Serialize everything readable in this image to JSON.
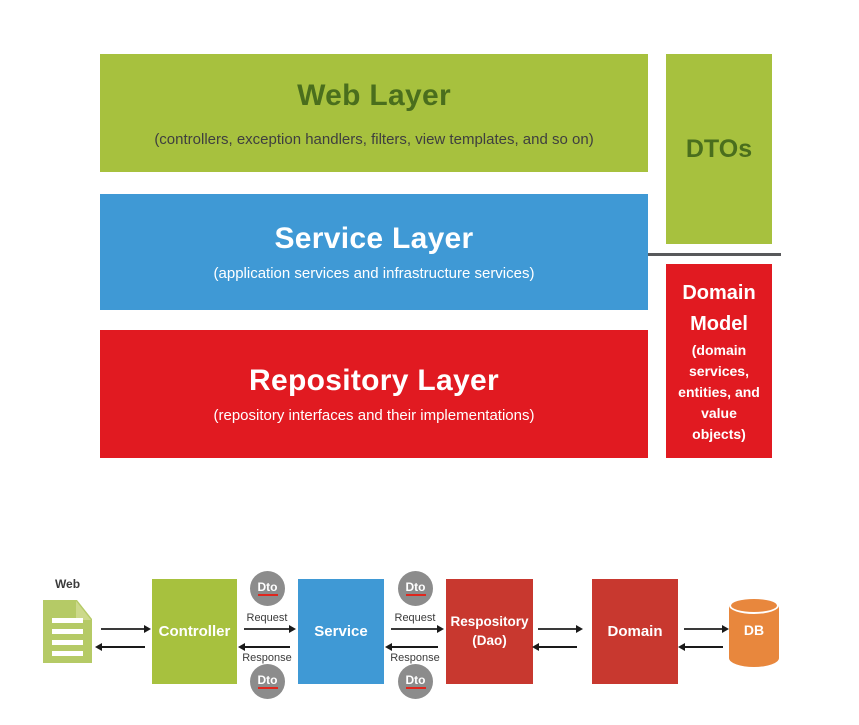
{
  "layers": {
    "web": {
      "title": "Web Layer",
      "subtitle": "(controllers, exception handlers, filters, view templates, and so on)"
    },
    "service": {
      "title": "Service Layer",
      "subtitle": "(application services and infrastructure services)"
    },
    "repository": {
      "title": "Repository Layer",
      "subtitle": "(repository interfaces and their implementations)"
    },
    "dtos": {
      "label": "DTOs"
    },
    "domain_model": {
      "title_lines": [
        "Domain",
        "Model"
      ],
      "subtitle_lines": [
        "(domain",
        "services,",
        "entities, and",
        "value",
        "objects)"
      ]
    }
  },
  "flow": {
    "web_label": "Web",
    "controller_label": "Controller",
    "service_label": "Service",
    "repository_label_line1": "Respository",
    "repository_label_line2": "(Dao)",
    "domain_label": "Domain",
    "db_label": "DB",
    "dto_label": "Dto",
    "request_label": "Request",
    "response_label": "Response"
  },
  "colors": {
    "green": "#a7c13e",
    "light_green_document": "#b5ca66",
    "dark_green_text": "#4a6e1d",
    "blue": "#3f99d5",
    "bright_red": "#e11a21",
    "brick_red": "#c8382f",
    "gray_circle": "#8c8c8c",
    "orange_db": "#e8873d",
    "divider_gray": "#58595b"
  }
}
